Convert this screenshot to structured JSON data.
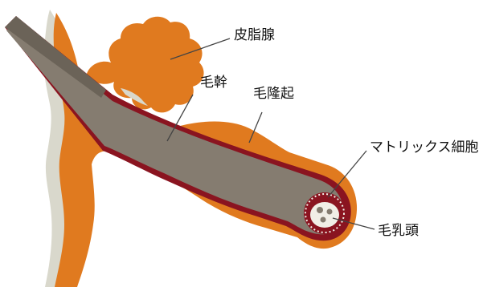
{
  "labels": {
    "sebaceous_gland": "皮脂腺",
    "hair_shaft": "毛幹",
    "bulge": "毛隆起",
    "matrix_cells": "マトリックス細胞",
    "dermal_papilla": "毛乳頭"
  },
  "colors": {
    "tissue_orange": "#E07A1F",
    "outer_sheath": "#D9D8CC",
    "hair_gray": "#857C70",
    "inner_line": "#8A1420",
    "papilla_cream": "#F1EEE6",
    "background": "#FFFFFF"
  }
}
